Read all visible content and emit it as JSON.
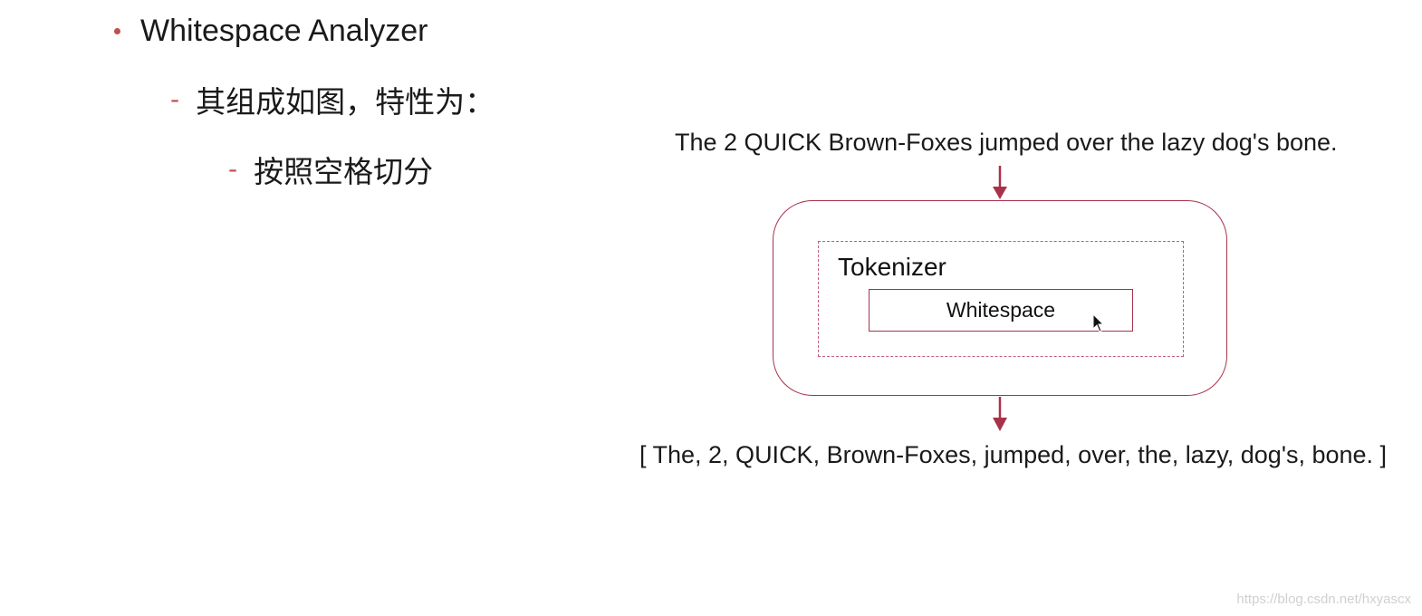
{
  "bullets": {
    "level1": "Whitespace Analyzer",
    "level2": "其组成如图，特性为：",
    "level3": "按照空格切分"
  },
  "diagram": {
    "input": "The 2 QUICK Brown-Foxes jumped over the lazy dog's bone.",
    "tokenizer_label": "Tokenizer",
    "tokenizer_name": "Whitespace",
    "output": "[ The, 2, QUICK, Brown-Foxes, jumped, over, the, lazy, dog's, bone. ]"
  },
  "watermark": "https://blog.csdn.net/hxyascx",
  "colors": {
    "accent": "#a8324a",
    "bullet": "#c0504d"
  },
  "icons": {
    "cursor": "mouse-pointer-icon"
  }
}
